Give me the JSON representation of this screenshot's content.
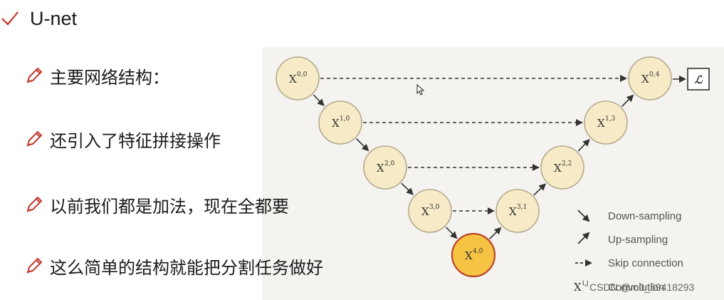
{
  "heading": {
    "title": "U-net"
  },
  "bullets": [
    {
      "text": "主要网络结构："
    },
    {
      "text": "还引入了特征拼接操作"
    },
    {
      "text": "以前我们都是加法，现在全都要"
    },
    {
      "text": "这么简单的结构就能把分割任务做好"
    }
  ],
  "diagram": {
    "nodes": [
      {
        "id": "x00",
        "base": "X",
        "sup": "0,0",
        "highlight": false
      },
      {
        "id": "x10",
        "base": "X",
        "sup": "1,0",
        "highlight": false
      },
      {
        "id": "x20",
        "base": "X",
        "sup": "2,0",
        "highlight": false
      },
      {
        "id": "x30",
        "base": "X",
        "sup": "3,0",
        "highlight": false
      },
      {
        "id": "x40",
        "base": "X",
        "sup": "4,0",
        "highlight": true
      },
      {
        "id": "x31",
        "base": "X",
        "sup": "3,1",
        "highlight": false
      },
      {
        "id": "x22",
        "base": "X",
        "sup": "2,2",
        "highlight": false
      },
      {
        "id": "x13",
        "base": "X",
        "sup": "1,3",
        "highlight": false
      },
      {
        "id": "x04",
        "base": "X",
        "sup": "0,4",
        "highlight": false
      }
    ],
    "loss_label": "ℒ",
    "legend": [
      {
        "label": "Down-sampling"
      },
      {
        "label": "Up-sampling"
      },
      {
        "label": "Skip connection"
      },
      {
        "label": "Convolution"
      }
    ],
    "legend_symbol": "X",
    "legend_symbol_sup": "i,j",
    "colors": {
      "node_fill": "#f7ebc7",
      "node_stroke": "#b3a98f",
      "highlight_fill": "#f6c343",
      "highlight_stroke": "#b9442d",
      "arrow": "#333333",
      "panel": "#f5f3ef"
    }
  },
  "watermark": "CSDN @m0_59418293",
  "icons": {
    "title_icon": "check-icon",
    "bullet_icon": "pencil-icon"
  }
}
